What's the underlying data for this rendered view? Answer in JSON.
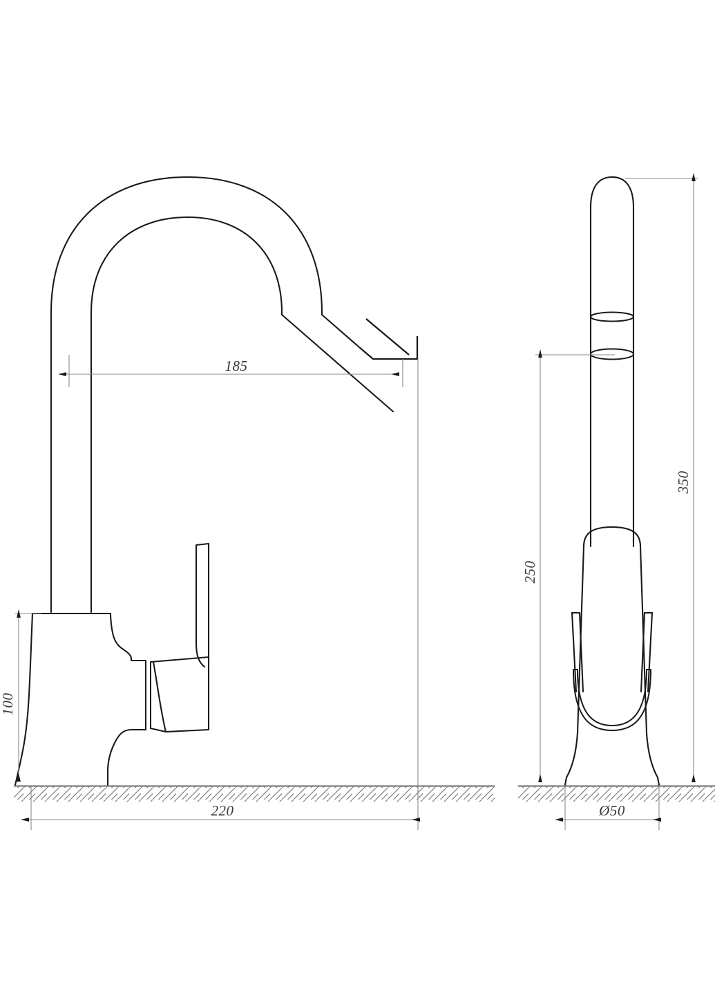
{
  "drawing": {
    "type": "technical-dimension-drawing",
    "subject": "kitchen-sink-mixer-tap",
    "background_color": "#ffffff",
    "outline_color": "#1a1a1a",
    "dimension_color": "#8a8a8a",
    "text_color": "#3a3a3a",
    "views": [
      {
        "id": "front-view",
        "label": ""
      },
      {
        "id": "side-view",
        "label": ""
      }
    ]
  },
  "dimensions": {
    "spout_reach": {
      "value": "185",
      "units_implied": "mm",
      "orientation": "horizontal",
      "view": "front-view"
    },
    "base_height": {
      "value": "100",
      "units_implied": "mm",
      "orientation": "vertical",
      "view": "front-view"
    },
    "total_width": {
      "value": "220",
      "units_implied": "mm",
      "orientation": "horizontal",
      "view": "front-view"
    },
    "total_height": {
      "value": "350",
      "units_implied": "mm",
      "orientation": "vertical",
      "view": "side-view"
    },
    "spout_height": {
      "value": "250",
      "units_implied": "mm",
      "orientation": "vertical",
      "view": "side-view"
    },
    "base_diameter": {
      "value": "Ø50",
      "units_implied": "mm",
      "orientation": "horizontal",
      "view": "side-view"
    }
  },
  "chart_data": {
    "type": "table",
    "title": "",
    "categories": [
      "185",
      "100",
      "220",
      "350",
      "250",
      "Ø50"
    ],
    "values": [
      185,
      100,
      220,
      350,
      250,
      50
    ]
  }
}
